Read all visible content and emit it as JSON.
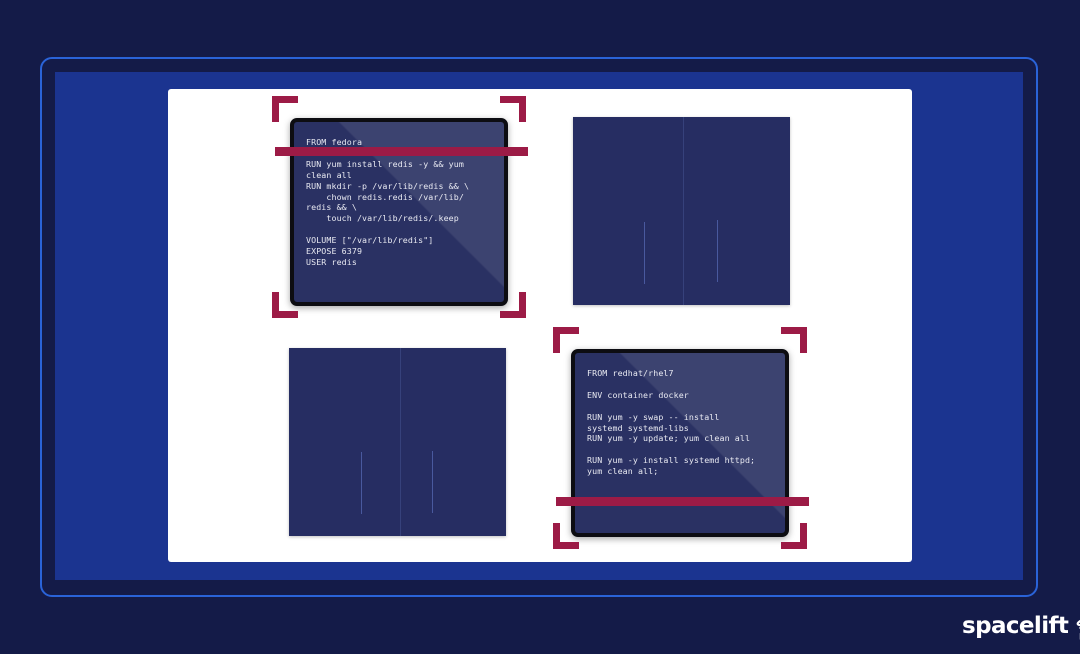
{
  "brand": {
    "name": "spacelift",
    "mark_icon": "spacelift-planet-astronaut-icon",
    "colors": {
      "background": "#141b48",
      "frame_outline": "#2a63d8",
      "blue_panel": "#1b3490",
      "card": "#ffffff",
      "panel_fill": "#262d62",
      "code_fill": "#2a3163",
      "accent_crimson": "#9c1b46",
      "code_text": "#e9eaf2"
    }
  },
  "panels": {
    "code_fedora": {
      "label": "dockerfile-fedora-redis",
      "code": "FROM fedora\n\nRUN yum install redis -y && yum\nclean all\nRUN mkdir -p /var/lib/redis && \\\n    chown redis.redis /var/lib/\nredis && \\\n    touch /var/lib/redis/.keep\n\nVOLUME [\"/var/lib/redis\"]\nEXPOSE 6379\nUSER redis"
    },
    "code_rhel7": {
      "label": "dockerfile-redhat-rhel7",
      "code": "FROM redhat/rhel7\n\nENV container docker\n\nRUN yum -y swap -- install\nsystemd systemd-libs\nRUN yum -y update; yum clean all\n\nRUN yum -y install systemd httpd;\nyum clean all;"
    },
    "placeholder_top_right": {
      "label": "blank-panel-top-right"
    },
    "placeholder_bottom_left": {
      "label": "blank-panel-bottom-left"
    }
  }
}
